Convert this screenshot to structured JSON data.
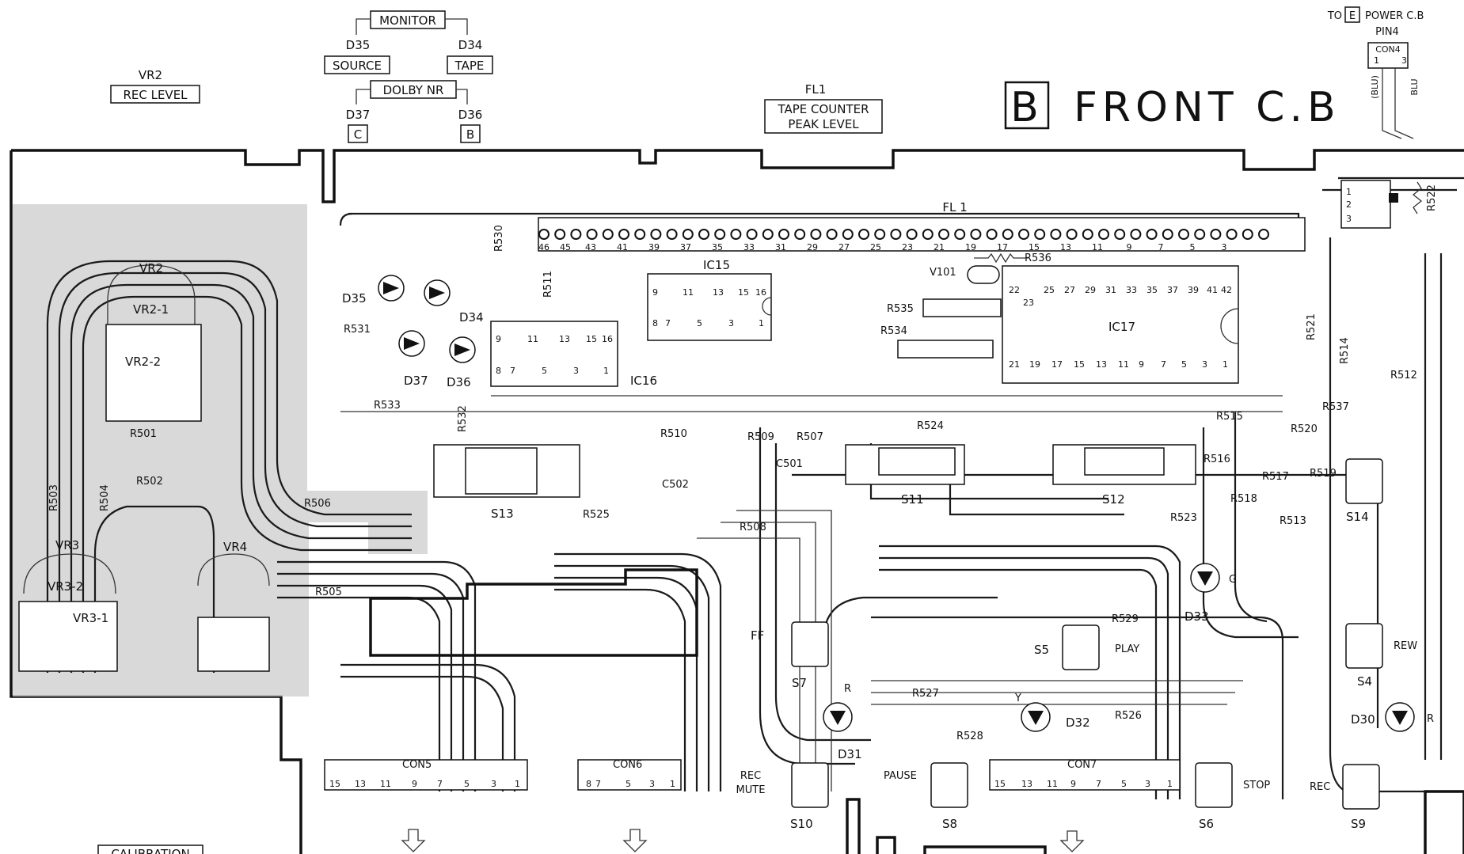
{
  "title": {
    "letter": "B",
    "text": "FRONT C.B"
  },
  "power_ref": {
    "to": "TO",
    "letter": "E",
    "text": "POWER C.B",
    "pin": "PIN4",
    "con": "CON4",
    "pin1": "1",
    "pin3": "3",
    "wire1": "(BLU)",
    "wire2": "BLU"
  },
  "header_labels": {
    "monitor": "MONITOR",
    "d35": "D35",
    "d34": "D34",
    "source": "SOURCE",
    "tape": "TAPE",
    "dolby": "DOLBY NR",
    "d37": "D37",
    "d36": "D36",
    "c": "C",
    "b": "B",
    "vr2": "VR2",
    "rec_level": "REC LEVEL",
    "fl1": "FL1",
    "tape_counter": "TAPE COUNTER",
    "peak_level": "PEAK LEVEL",
    "calibration": "CALIBRATION"
  },
  "components": {
    "fl1_board": "FL 1",
    "ic15": "IC15",
    "ic16": "IC16",
    "ic17": "IC17",
    "v101": "V101",
    "vr2": "VR2",
    "vr2_1": "VR2-1",
    "vr2_2": "VR2-2",
    "vr3": "VR3",
    "vr3_1": "VR3-1",
    "vr3_2": "VR3-2",
    "vr4": "VR4",
    "d31": "D31",
    "d32": "D32",
    "d33": "D33",
    "d30": "D30",
    "d34": "D34",
    "d35": "D35",
    "d36": "D36",
    "d37": "D37",
    "r501": "R501",
    "r502": "R502",
    "r503": "R503",
    "r504": "R504",
    "r505": "R505",
    "r506": "R506",
    "r507": "R507",
    "r508": "R508",
    "r509": "R509",
    "r510": "R510",
    "r511": "R511",
    "r512": "R512",
    "r513": "R513",
    "r514": "R514",
    "r515": "R515",
    "r516": "R516",
    "r517": "R517",
    "r518": "R518",
    "r519": "R519",
    "r520": "R520",
    "r521": "R521",
    "r522": "R522",
    "r523": "R523",
    "r524": "R524",
    "r525": "R525",
    "r526": "R526",
    "r527": "R527",
    "r528": "R528",
    "r529": "R529",
    "r530": "R530",
    "r531": "R531",
    "r532": "R532",
    "r533": "R533",
    "r534": "R534",
    "r535": "R535",
    "r536": "R536",
    "r537": "R537",
    "c501": "C501",
    "c502": "C502",
    "s4": "S4",
    "s5": "S5",
    "s6": "S6",
    "s7": "S7",
    "s8": "S8",
    "s9": "S9",
    "s10": "S10",
    "s11": "S11",
    "s12": "S12",
    "s13": "S13",
    "s14": "S14",
    "con5": "CON5",
    "con6": "CON6",
    "con7": "CON7",
    "ff": "FF",
    "play": "PLAY",
    "rew": "REW",
    "stop": "STOP",
    "rec": "REC",
    "pause": "PAUSE",
    "rec_mute_1": "REC",
    "rec_mute_2": "MUTE",
    "led_g": "G",
    "led_y": "Y",
    "led_r1": "R",
    "led_r2": "R"
  },
  "pin_numbers": {
    "fl_top": [
      "46",
      "45",
      "43",
      "41",
      "39",
      "37",
      "35",
      "33",
      "31",
      "29",
      "27",
      "25",
      "23",
      "21",
      "19",
      "17",
      "15",
      "13",
      "11",
      "9",
      "7",
      "5",
      "3"
    ],
    "fl_right": [
      "1",
      "2",
      "3"
    ],
    "ic15_top": [
      "9",
      "11",
      "13",
      "15",
      "16"
    ],
    "ic15_bot": [
      "8",
      "7",
      "5",
      "3",
      "1"
    ],
    "ic16_top": [
      "9",
      "11",
      "13",
      "15",
      "16"
    ],
    "ic16_bot": [
      "8",
      "7",
      "5",
      "3",
      "1"
    ],
    "ic17_top": [
      "22",
      "23",
      "25",
      "27",
      "29",
      "31",
      "33",
      "35",
      "37",
      "39",
      "41",
      "42"
    ],
    "ic17_bot": [
      "21",
      "19",
      "17",
      "15",
      "13",
      "11",
      "9",
      "7",
      "5",
      "3",
      "1"
    ],
    "con5": [
      "15",
      "13",
      "11",
      "9",
      "7",
      "5",
      "3",
      "1"
    ],
    "con6": [
      "8",
      "7",
      "5",
      "3",
      "1"
    ],
    "con7": [
      "15",
      "13",
      "11",
      "9",
      "7",
      "5",
      "3",
      "1"
    ]
  }
}
